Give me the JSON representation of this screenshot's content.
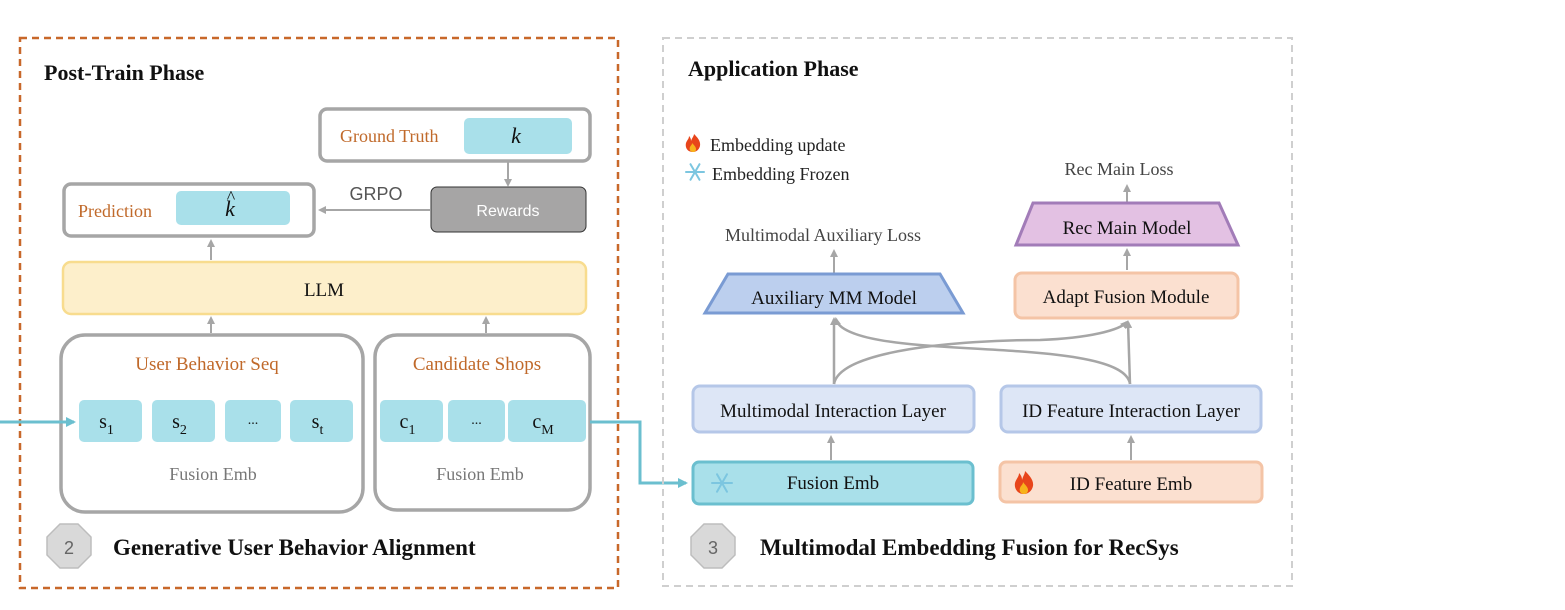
{
  "colors": {
    "orange_text": "#c0692a",
    "orange_border": "#c8682a",
    "teal_fill": "#a9e0ea",
    "teal_arrow": "#6bbfcf",
    "llm_fill": "#fdefcb",
    "llm_border": "#f8dc8e",
    "rewards_fill": "#a6a5a5",
    "blue_fill": "#dde6f6",
    "blue_border": "#b5c7e8",
    "trap_blue_fill": "#bccfee",
    "trap_blue_border": "#7a9bd3",
    "peach_fill": "#fbe0d0",
    "peach_border": "#f4c4a6",
    "purple_fill": "#e3c1e3",
    "purple_border": "#a27cb8",
    "gray_border": "#a6a6a6"
  },
  "post_train": {
    "title": "Post-Train Phase",
    "ground_truth_label": "Ground Truth",
    "ground_truth_value": "k",
    "prediction_label": "Prediction",
    "prediction_value": "k",
    "prediction_hat": "^",
    "grpo_label": "GRPO",
    "rewards_label": "Rewards",
    "llm_label": "LLM",
    "user_seq_title": "User Behavior Seq",
    "user_seq_tokens": [
      {
        "base": "s",
        "sub": "1"
      },
      {
        "base": "s",
        "sub": "2"
      },
      {
        "base": "...",
        "sub": ""
      },
      {
        "base": "s",
        "sub": "t"
      }
    ],
    "user_seq_footer": "Fusion Emb",
    "candidate_title": "Candidate Shops",
    "candidate_tokens": [
      {
        "base": "c",
        "sub": "1"
      },
      {
        "base": "...",
        "sub": ""
      },
      {
        "base": "c",
        "sub": "M"
      }
    ],
    "candidate_footer": "Fusion Emb",
    "step_number": "2",
    "step_title": "Generative User Behavior Alignment"
  },
  "application": {
    "title": "Application Phase",
    "legend_update_icon": "fire-icon",
    "legend_update": "Embedding update",
    "legend_frozen_icon": "snowflake-icon",
    "legend_frozen": "Embedding Frozen",
    "rec_main_loss": "Rec Main Loss",
    "rec_main_model": "Rec Main Model",
    "mm_aux_loss": "Multimodal Auxiliary Loss",
    "aux_mm_model": "Auxiliary MM Model",
    "adapt_fusion": "Adapt Fusion Module",
    "mm_interaction": "Multimodal Interaction Layer",
    "id_interaction": "ID Feature Interaction Layer",
    "fusion_emb": "Fusion Emb",
    "id_feature_emb": "ID Feature Emb",
    "step_number": "3",
    "step_title": "Multimodal Embedding Fusion for RecSys"
  }
}
